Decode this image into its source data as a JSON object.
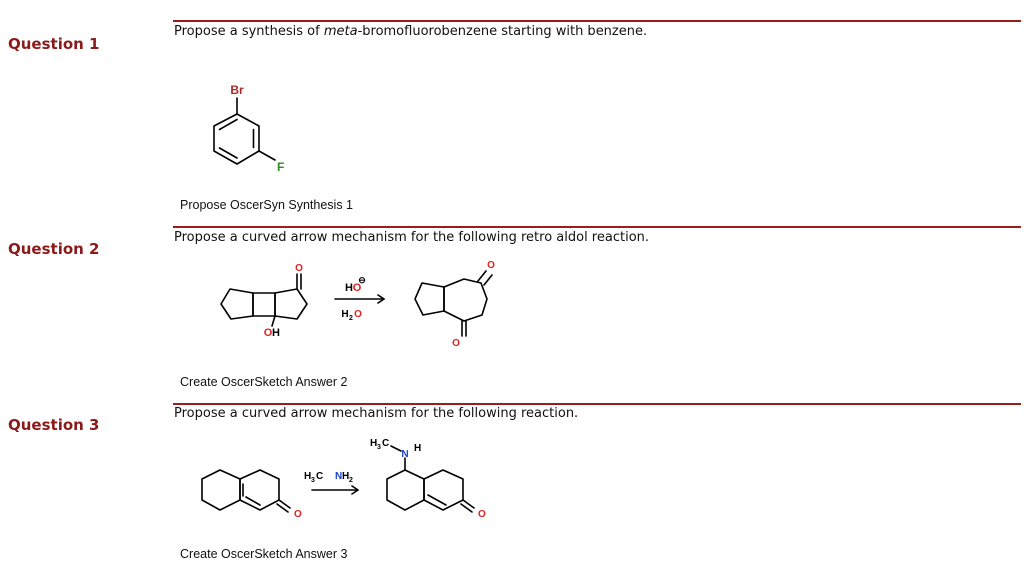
{
  "questions": [
    {
      "label": "Question 1",
      "prompt_before": "Propose a synthesis of ",
      "prompt_italic": "meta",
      "prompt_after": "-bromofluorobenzene starting with benzene.",
      "action": "Propose OscerSyn Synthesis 1",
      "atoms": {
        "br": "Br",
        "f": "F"
      }
    },
    {
      "label": "Question 2",
      "prompt": "Propose a curved arrow mechanism for the following retro aldol reaction.",
      "action": "Create OscerSketch Answer 2",
      "atoms": {
        "o_top": "O",
        "oh_o": "O",
        "oh_h": "H",
        "reagent_h": "H",
        "reagent_o": "O",
        "charge": "⊖",
        "solvent_h": "H",
        "solvent_sub": "2",
        "solvent_o": "O",
        "prod_o_top": "O",
        "prod_o_bottom": "O"
      }
    },
    {
      "label": "Question 3",
      "prompt": "Propose a curved arrow mechanism for the following reaction.",
      "action": "Create OscerSketch Answer 3",
      "atoms": {
        "reagent_h3c": "H",
        "reagent_sub3": "3",
        "reagent_c": "C",
        "reagent_n": "N",
        "reagent_nh": "H",
        "reagent_sub2": "2",
        "o_start": "O",
        "prod_h3c": "H",
        "prod_sub3": "3",
        "prod_c": "C",
        "prod_n": "N",
        "prod_h": "H",
        "o_prod": "O"
      }
    }
  ],
  "colors": {
    "heading": "#8b1a1a",
    "rule": "#9b1c1c",
    "bromine": "#a52a2a",
    "fluorine": "#2e8b22",
    "oxygen": "#e02020",
    "nitrogen": "#1a3fd0"
  }
}
